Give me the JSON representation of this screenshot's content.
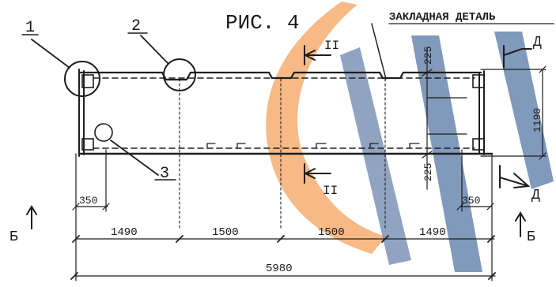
{
  "figure": {
    "title": "РИС. 4",
    "embedded_part_label": "ЗАКЛАДНАЯ ДЕТАЛЬ",
    "callouts": [
      "1",
      "2",
      "3"
    ],
    "section_marks": {
      "upper": "II",
      "lower": "II"
    },
    "view_marks": {
      "top_right": "Д",
      "bottom_right": "Д",
      "left": "Б",
      "right": "Б"
    },
    "dimensions": {
      "upper_offset": "225",
      "lower_offset": "225",
      "height": "1190",
      "left_edge": "350",
      "right_edge": "350",
      "span_1": "1490",
      "span_2": "1500",
      "span_3": "1500",
      "span_4": "1490",
      "overall": "5980"
    }
  },
  "watermark": {
    "colors": {
      "orange": "#f4a462",
      "blue": "#5b7aa6"
    }
  }
}
